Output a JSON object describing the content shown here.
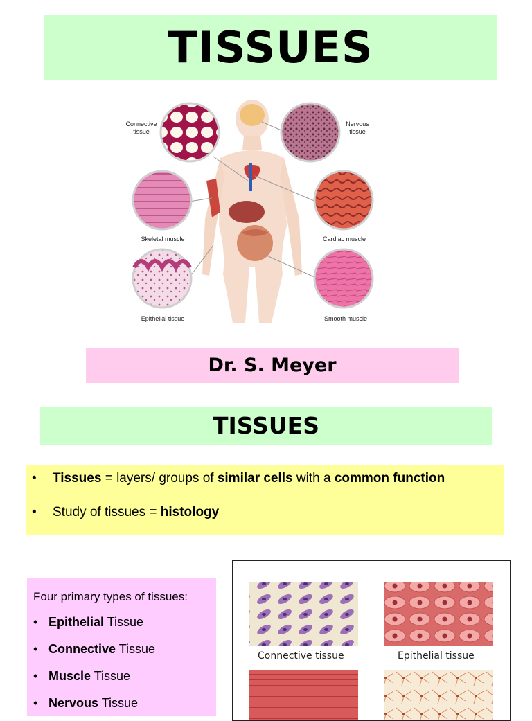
{
  "title": "TISSUES",
  "figure_top": {
    "labels": {
      "connective_1": "Connective",
      "connective_2": "tissue",
      "nervous_1": "Nervous",
      "nervous_2": "tissue",
      "skeletal": "Skeletal muscle",
      "cardiac": "Cardiac muscle",
      "epithelial": "Epithelial tissue",
      "smooth": "Smooth muscle"
    }
  },
  "author": "Dr. S. Meyer",
  "section_heading": "TISSUES",
  "definition": {
    "b1_term": "Tissues",
    "b1_mid": " = layers/ groups of ",
    "b1_bold2": "similar cells",
    "b1_mid2": " with a ",
    "b1_bold3": "common function",
    "b2_text": "Study of tissues = ",
    "b2_bold": "histology"
  },
  "types": {
    "intro": "Four primary types of tissues:",
    "items": [
      {
        "bold": "Epithelial",
        "rest": " Tissue"
      },
      {
        "bold": "Connective",
        "rest": " Tissue"
      },
      {
        "bold": "Muscle",
        "rest": " Tissue"
      },
      {
        "bold": "Nervous",
        "rest": " Tissue"
      }
    ]
  },
  "figure_bottom": {
    "captions": {
      "connective": "Connective tissue",
      "epithelial": "Epithelial tissue"
    }
  },
  "bullet_char": "•"
}
